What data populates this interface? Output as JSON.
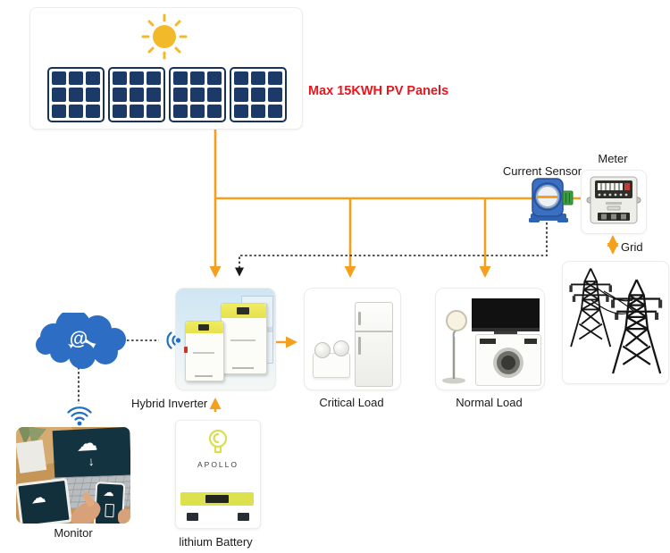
{
  "labels": {
    "pv": "Max 15KWH PV Panels",
    "current_sensor": "Current Sensor",
    "meter": "Meter",
    "grid": "Grid",
    "hybrid_inverter": "Hybrid Inverter",
    "critical_load": "Critical Load",
    "normal_load": "Normal Load",
    "monitor": "Monitor",
    "battery": "lithium Battery",
    "battery_brand": "APOLLO",
    "cloud_symbol": "@"
  },
  "monitor_scene": {
    "cloud_glyph": "☁",
    "arrow_glyph": "↓"
  },
  "colors": {
    "wire_orange": "#F5A01D",
    "dashed_black": "#1A1A1A",
    "pv_label_red": "#E8151D",
    "panel_cell_navy": "#1C3A68",
    "sun_yellow": "#F2BA2A",
    "cloud_blue": "#2D6EC4",
    "wifi_blue": "#1F6FC4",
    "sensor_blue": "#3B6FC0",
    "battery_accent": "#DCE24E"
  },
  "connections": [
    {
      "from": "pv-panels",
      "to": "hybrid-inverter",
      "style": "solid-orange-arrow"
    },
    {
      "from": "pv-bus",
      "to": "critical-load",
      "style": "solid-orange-arrow"
    },
    {
      "from": "pv-bus",
      "to": "normal-load",
      "style": "solid-orange-arrow"
    },
    {
      "from": "pv-bus",
      "to": "meter",
      "style": "solid-orange"
    },
    {
      "from": "hybrid-inverter",
      "to": "critical-load",
      "style": "solid-orange-arrow"
    },
    {
      "from": "meter",
      "to": "grid",
      "style": "double-orange-arrow"
    },
    {
      "from": "lithium-battery",
      "to": "hybrid-inverter",
      "style": "solid-orange-arrow"
    },
    {
      "from": "current-sensor",
      "to": "hybrid-inverter",
      "style": "dashed-black-arrow"
    },
    {
      "from": "cloud",
      "to": "hybrid-inverter-wifi",
      "style": "dotted-black"
    },
    {
      "from": "cloud",
      "to": "monitor",
      "style": "dotted-black"
    }
  ]
}
